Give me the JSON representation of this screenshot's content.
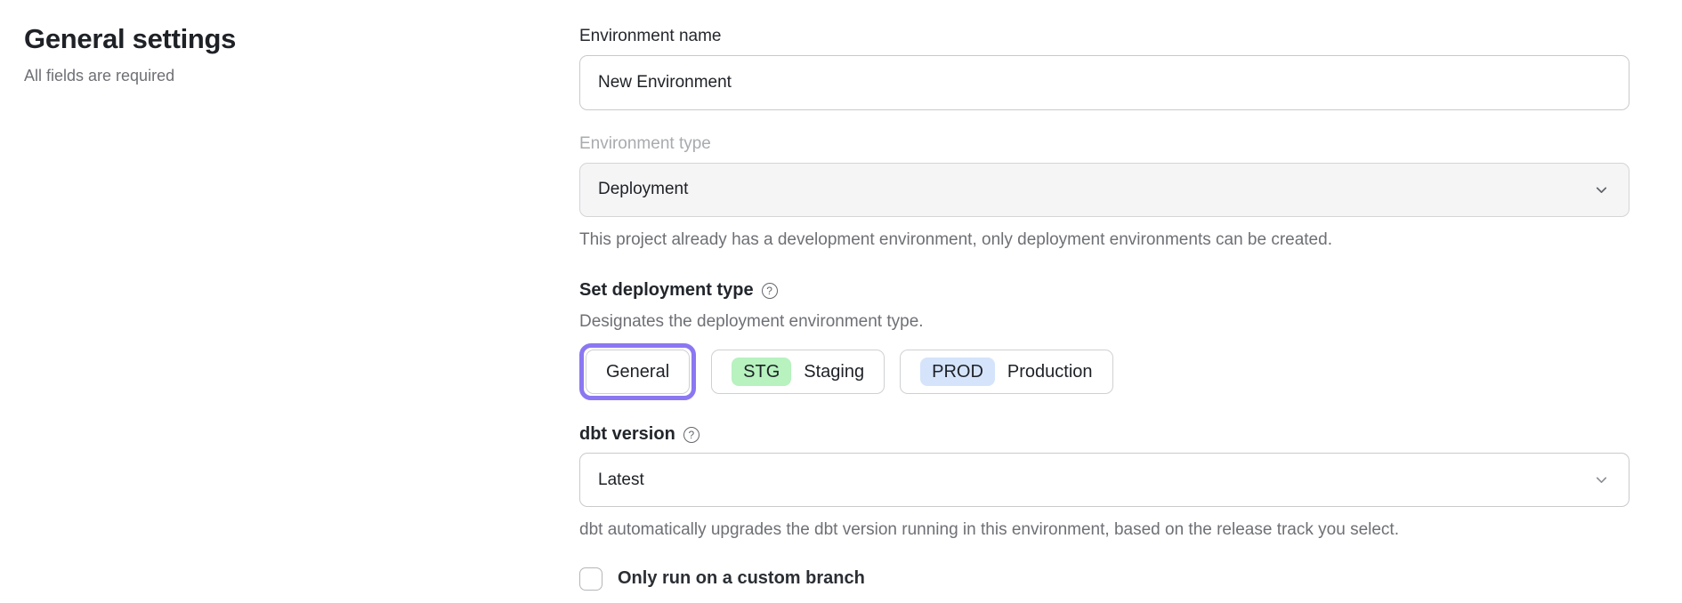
{
  "page": {
    "title": "General settings",
    "subtitle": "All fields are required"
  },
  "form": {
    "environment_name": {
      "label": "Environment name",
      "value": "New Environment"
    },
    "environment_type": {
      "label": "Environment type",
      "value": "Deployment",
      "disabled": true,
      "helper": "This project already has a development environment, only deployment environments can be created."
    },
    "deployment_type": {
      "label": "Set deployment type",
      "helper": "Designates the deployment environment type.",
      "help_icon": "?",
      "options": [
        {
          "label": "General",
          "selected": true
        },
        {
          "badge": "STG",
          "label": "Staging",
          "badge_color": "#b7f2bf",
          "selected": false
        },
        {
          "badge": "PROD",
          "label": "Production",
          "badge_color": "#d5e4fb",
          "selected": false
        }
      ]
    },
    "dbt_version": {
      "label": "dbt version",
      "value": "Latest",
      "help_icon": "?",
      "helper": "dbt automatically upgrades the dbt version running in this environment, based on the release track you select."
    },
    "custom_branch": {
      "label": "Only run on a custom branch",
      "checked": false
    }
  },
  "colors": {
    "selected_ring_purple": "#8b77f2",
    "staging_badge_green": "#b7f2bf",
    "production_badge_blue": "#d5e4fb",
    "disabled_field_bg": "#f5f5f6"
  }
}
